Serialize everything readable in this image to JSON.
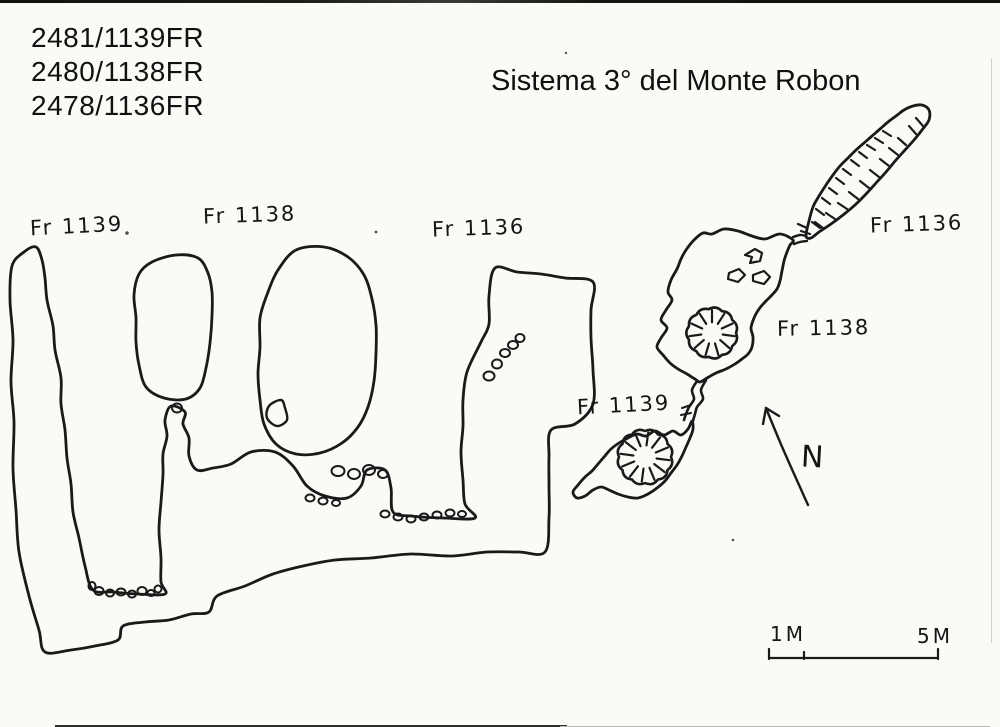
{
  "document": {
    "catalog_numbers": [
      "2481/1139FR",
      "2480/1138FR",
      "2478/1136FR"
    ],
    "title": "Sistema 3° del Monte Robon"
  },
  "labels": {
    "profile_fr1139": "Fr 1139",
    "profile_fr1138": "Fr 1138",
    "profile_fr1136": "Fr 1136",
    "plan_fr1136": "Fr 1136",
    "plan_fr1138": "Fr 1138",
    "plan_fr1139": "Fr 1139"
  },
  "compass": {
    "north_label": "N"
  },
  "scale_bar": {
    "left_label": "1M",
    "right_label": "5M"
  },
  "colors": {
    "ink": "#1a1a1a",
    "paper": "#fbfaf7"
  }
}
